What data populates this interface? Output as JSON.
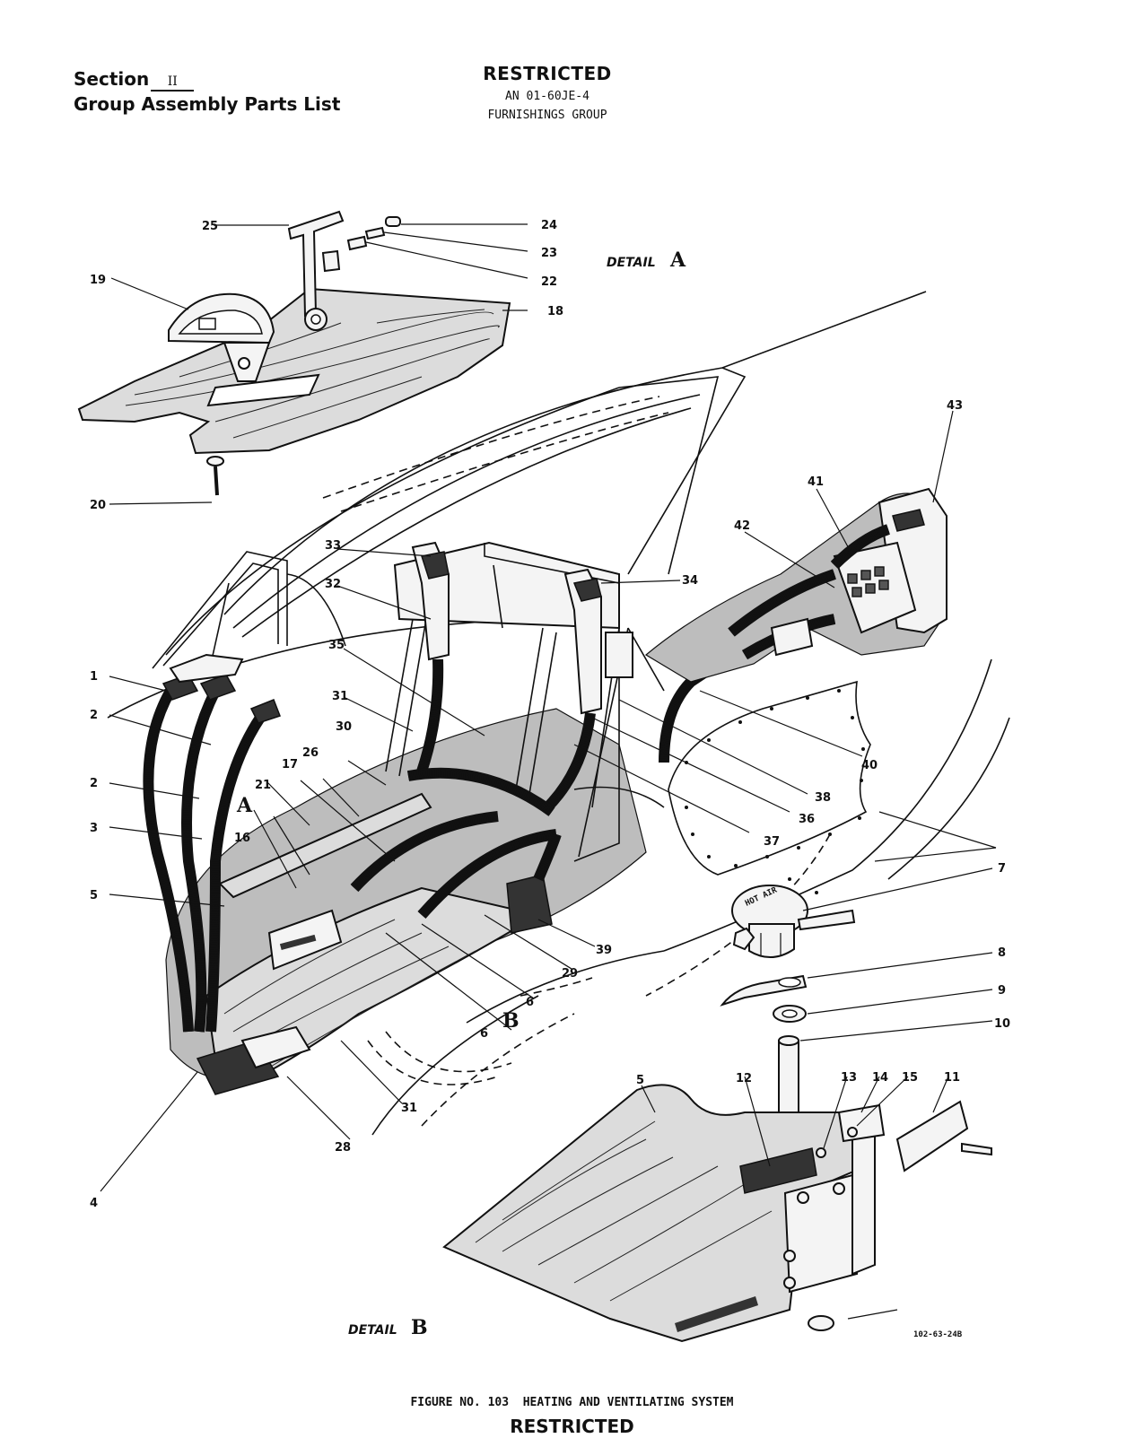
{
  "header": {
    "section_label": "Section",
    "section_number": "II",
    "group_label": "Group Assembly Parts List",
    "restricted_top": "RESTRICTED",
    "doc_number": "AN 01-60JE-4",
    "group_name": "FURNISHINGS GROUP"
  },
  "figure": {
    "caption": "FIGURE NO. 103  HEATING AND VENTILATING SYSTEM",
    "drawing_number": "102-63-24B",
    "detail_a_word": "DETAIL",
    "detail_a_letter": "A",
    "detail_b_word": "DETAIL",
    "detail_b_letter": "B",
    "knob_text": "HOT AIR",
    "pointer_a": "A",
    "pointer_b": "B"
  },
  "callouts": {
    "c1": "1",
    "c2a": "2",
    "c2b": "2",
    "c3": "3",
    "c4": "4",
    "c5a": "5",
    "c5b": "5",
    "c6a": "6",
    "c6b": "6",
    "c7": "7",
    "c8": "8",
    "c9": "9",
    "c10": "10",
    "c11": "11",
    "c12": "12",
    "c13": "13",
    "c14": "14",
    "c15": "15",
    "c16": "16",
    "c17": "17",
    "c18": "18",
    "c19": "19",
    "c20": "20",
    "c21": "21",
    "c22": "22",
    "c23": "23",
    "c24": "24",
    "c25": "25",
    "c26": "26",
    "c28": "28",
    "c29": "29",
    "c30": "30",
    "c31a": "31",
    "c31b": "31",
    "c32": "32",
    "c33": "33",
    "c34": "34",
    "c35": "35",
    "c36": "36",
    "c37": "37",
    "c38": "38",
    "c39": "39",
    "c40": "40",
    "c41": "41",
    "c42": "42",
    "c43": "43"
  },
  "footer": {
    "restricted_bottom": "RESTRICTED"
  }
}
